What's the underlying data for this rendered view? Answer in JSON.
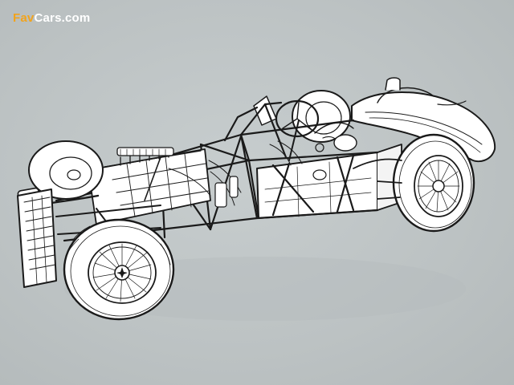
{
  "watermark": {
    "part1": "Fav",
    "part2": "Cars",
    "part3": ".com",
    "accent_color": "#f2a31b",
    "text_color": "#ffffff"
  },
  "scene": {
    "background_color": "#bfc5c6",
    "line_color": "#1a1a1a",
    "fill_color": "#ffffff",
    "subject": "tubular-spaceframe-racing-car-chassis-cutaway-illustration"
  }
}
